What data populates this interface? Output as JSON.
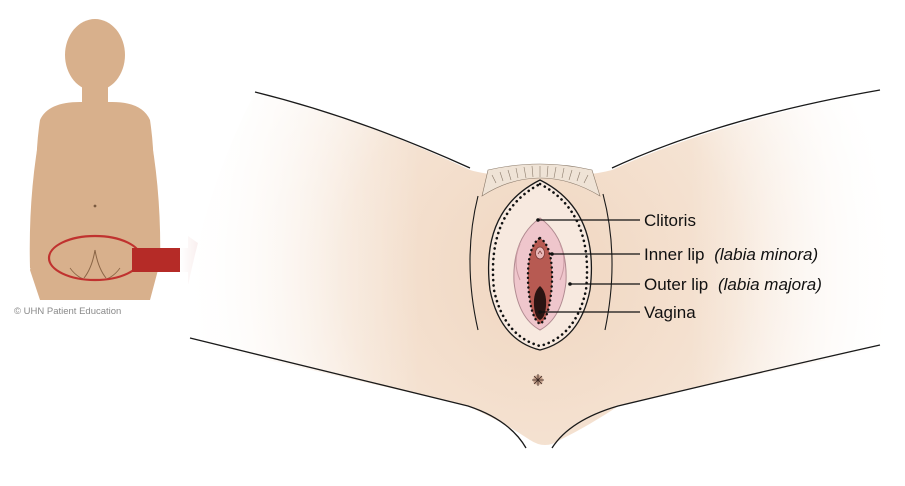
{
  "credit": "© UHN Patient Education",
  "labels": {
    "clitoris": {
      "text": "Clitoris",
      "latin": ""
    },
    "inner_lip": {
      "text": "Inner lip",
      "latin": "(labia minora)"
    },
    "outer_lip": {
      "text": "Outer lip",
      "latin": "(labia majora)"
    },
    "vagina": {
      "text": "Vagina",
      "latin": ""
    }
  },
  "colors": {
    "skin": "#f2dcc8",
    "body_silhouette": "#d8b08c",
    "arrow": "#b52b27",
    "highlight_oval": "#c0322f",
    "inner_tissue": "#b75a52",
    "minora": "#efc6cc",
    "outline": "#1a1a1a"
  },
  "icons": {
    "arrow": "right-arrow-icon",
    "figure": "body-back-view-icon"
  }
}
